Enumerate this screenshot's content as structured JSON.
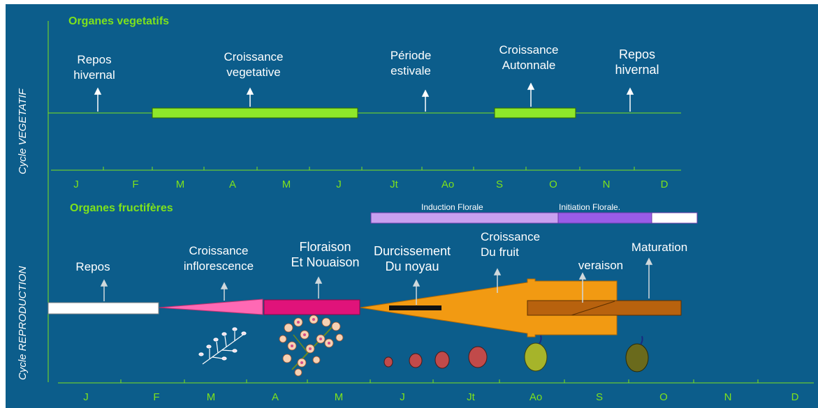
{
  "vegetative": {
    "cycle_label": "Cycle VEGETATIF",
    "section_title": "Organes vegetatifs",
    "phases": {
      "repos1_l1": "Repos",
      "repos1_l2": "hivernal",
      "croiss_l1": "Croissance",
      "croiss_l2": "vegetative",
      "estiv_l1": "Période",
      "estiv_l2": "estivale",
      "autom_l1": "Croissance",
      "autom_l2": "Autonnale",
      "repos2_l1": "Repos",
      "repos2_l2": "hivernal"
    },
    "months": [
      "J",
      "F",
      "M",
      "A",
      "M",
      "J",
      "Jt",
      "Ao",
      "S",
      "O",
      "N",
      "D"
    ]
  },
  "reproduction": {
    "cycle_label": "Cycle REPRODUCTION",
    "section_title": "Organes fructifères",
    "induction_label": "Induction Florale",
    "initiation_label": "Initiation Florale.",
    "phases": {
      "repos": "Repos",
      "infl_l1": "Croissance",
      "infl_l2": "inflorescence",
      "flor_l1": "Floraison",
      "flor_l2": "Et Nouaison",
      "durc_l1": "Durcissement",
      "durc_l2": "Du noyau",
      "fruit_l1": "Croissance",
      "fruit_l2": "Du fruit",
      "veraison": "veraison",
      "maturation": "Maturation"
    },
    "months": [
      "J",
      "F",
      "M",
      "A",
      "M",
      "J",
      "Jt",
      "Ao",
      "S",
      "O",
      "N",
      "D"
    ]
  },
  "colors": {
    "background": "#0c5d8b",
    "accent_green": "#7ee21c",
    "vegetative_bar": "#8ee82a",
    "inflorescence": "#ff69b4",
    "floraison": "#e0137a",
    "fruit_growth": "#f29a12",
    "maturation": "#b8620e",
    "induction": "#c9a0f0",
    "initiation": "#9a5ce8"
  }
}
